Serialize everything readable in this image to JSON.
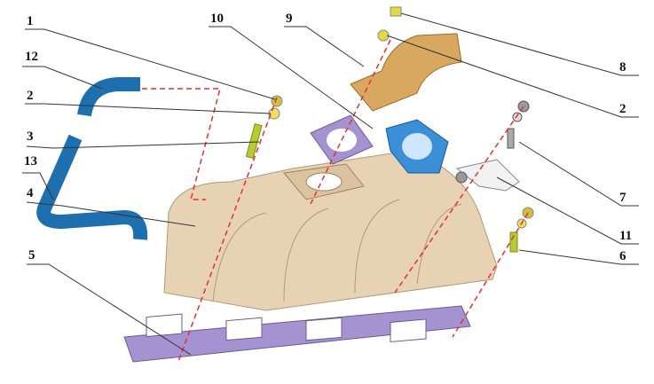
{
  "labels": {
    "l1": "1",
    "l12": "12",
    "l2a": "2",
    "l3": "3",
    "l13": "13",
    "l4": "4",
    "l5": "5",
    "l10": "10",
    "l9": "9",
    "l8": "8",
    "l2b": "2",
    "l7": "7",
    "l11": "11",
    "l6": "6"
  },
  "colors": {
    "hose": "#1e6fb0",
    "manifold": "#e8d2b4",
    "gasket": "#9a8ac8",
    "flange": "#3a8fd6",
    "bolt": "#b8cc30",
    "leader": "#333333",
    "centerline": "#e53030"
  }
}
